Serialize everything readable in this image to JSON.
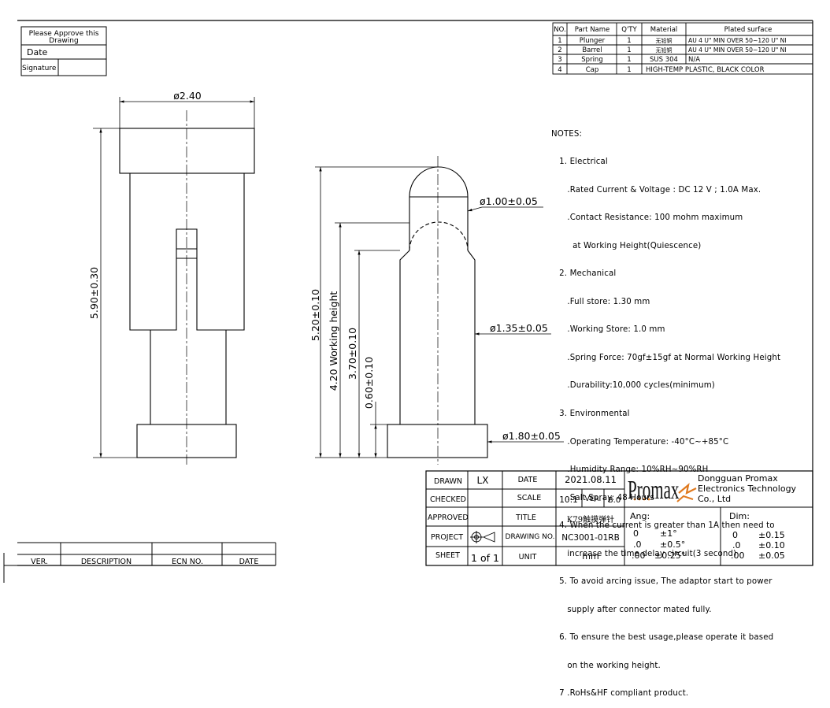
{
  "approve_box": {
    "title_line1": "Please Approve this",
    "title_line2": "Drawing",
    "date_label": "Date",
    "signature_label": "Signature"
  },
  "bom": {
    "headers": [
      "NO.",
      "Part Name",
      "Q'TY",
      "Material",
      "Plated surface"
    ],
    "rows": [
      {
        "no": "1",
        "part": "Plunger",
        "qty": "1",
        "material": "无铅铜",
        "plated": "AU 4 U\" MIN OVER 50~120 U\" NI"
      },
      {
        "no": "2",
        "part": "Barrel",
        "qty": "1",
        "material": "无铅铜",
        "plated": "AU 4 U\" MIN OVER 50~120 U\" NI"
      },
      {
        "no": "3",
        "part": "Spring",
        "qty": "1",
        "material": "SUS 304",
        "plated": "N/A"
      },
      {
        "no": "4",
        "part": "Cap",
        "qty": "1",
        "material": "HIGH-TEMP PLASTIC, BLACK COLOR",
        "plated": ""
      }
    ]
  },
  "dimensions": {
    "top_width": "ø2.40",
    "total_height": "5.90±0.30",
    "overall_height": "5.20±0.10",
    "working_height": "4.20 Working height",
    "barrel_height": "3.70±0.10",
    "base_height": "0.60±0.10",
    "plunger_dia": "ø1.00±0.05",
    "barrel_dia": "ø1.35±0.05",
    "base_dia": "ø1.80±0.05"
  },
  "notes": [
    "NOTES:",
    "   1. Electrical",
    "      .Rated Current & Voltage : DC 12 V ; 1.0A Max.",
    "      .Contact Resistance: 100 mohm maximum",
    "        at Working Height(Quiescence)",
    "   2. Mechanical",
    "      .Full store: 1.30 mm",
    "      .Working Store: 1.0 mm",
    "      .Spring Force: 70gf±15gf at Normal Working Height",
    "      .Durability:10,000 cycles(minimum)",
    "   3. Environmental",
    "      .Operating Temperature: -40°C~+85°C",
    "      .Humidity Range: 10%RH~90%RH",
    "      .Salt Spray: 48 Hours",
    "   4. When the current is greater than 1A then need to",
    "      increase the time delay circuit(3 second)",
    "   5. To avoid arcing issue, The adaptor start to power",
    "      supply after connector mated fully.",
    "   6. To ensure the best usage,please operate it based",
    "      on the working height.",
    "   7 .RoHs&HF compliant product."
  ],
  "title_block": {
    "drawn_label": "DRAWN",
    "drawn_value": "LX",
    "checked_label": "CHECKED",
    "approved_label": "APPROVED",
    "project_label": "PROJECT",
    "sheet_label": "SHEET",
    "sheet_value": "1  of  1",
    "date_label": "DATE",
    "date_value": "2021.08.11",
    "scale_label": "SCALE",
    "scale_value": "10:1",
    "ver_label": "VER.",
    "ver_value": "B.0",
    "title_label": "TITLE",
    "title_value": "K79触摸弹针",
    "drawing_no_label": "DRAWING NO.",
    "drawing_no_value": "NC3001-01RB",
    "unit_label": "UNIT",
    "unit_value": "mm",
    "logo_text": "Promax",
    "company_line1": "Dongguan  Promax",
    "company_line2": "Electronics  Technology",
    "company_line3": "Co.,  Ltd",
    "ang_label": "Ang:",
    "ang_rows": [
      [
        "0",
        "±1°"
      ],
      [
        ".0",
        "±0.5°"
      ],
      [
        ".00",
        "±0.25°"
      ]
    ],
    "dim_label": "Dim:",
    "dim_rows": [
      [
        "0",
        "±0.15"
      ],
      [
        ".0",
        "±0.10"
      ],
      [
        ".00",
        "±0.05"
      ]
    ]
  },
  "revision_block": {
    "headers": [
      "VER.",
      "DESCRIPTION",
      "ECN  NO.",
      "DATE"
    ]
  }
}
